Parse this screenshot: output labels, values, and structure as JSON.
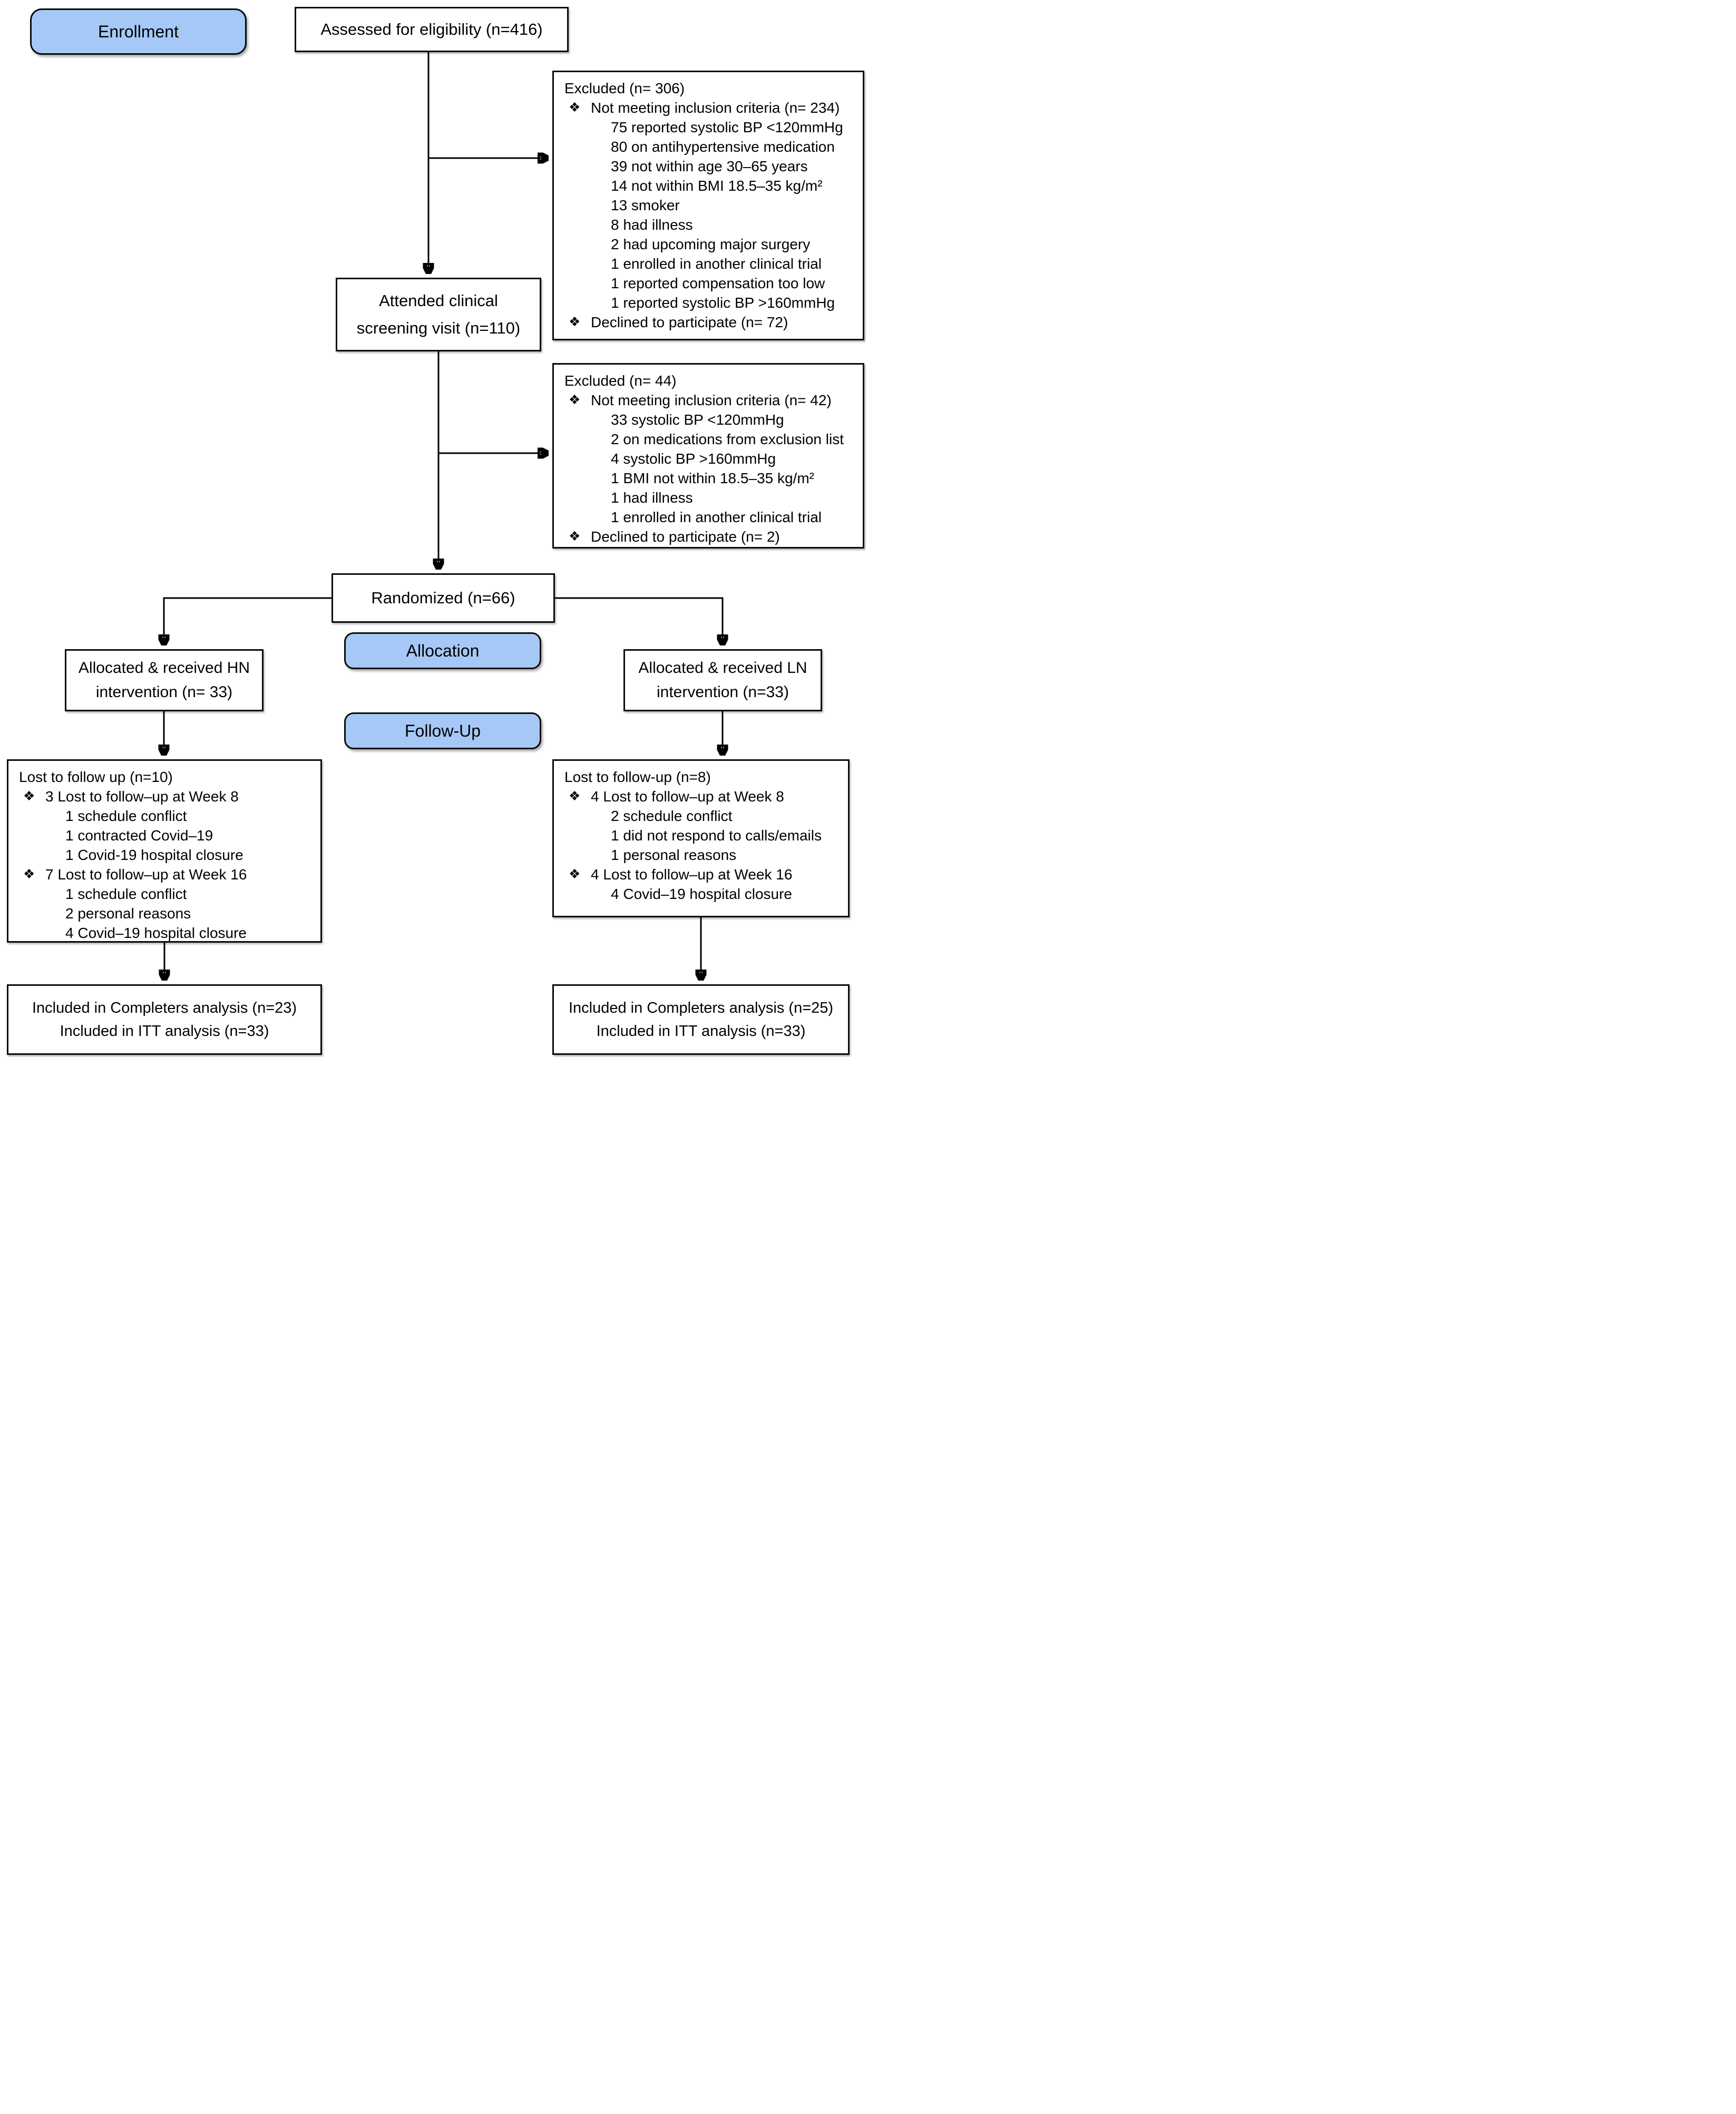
{
  "glyphs": {
    "bullet": "❖"
  },
  "colors": {
    "band_fill": "#a5c8f7",
    "line": "#000000",
    "box_border": "#0a0a0a"
  },
  "bands": {
    "enrollment": "Enrollment",
    "allocation": "Allocation",
    "follow_up": "Follow-Up"
  },
  "boxes": {
    "assessed": {
      "text": "Assessed for eligibility (n=416)"
    },
    "excluded1": {
      "title": "Excluded (n= 306)",
      "items": [
        {
          "bullet": true,
          "text": "Not meeting inclusion criteria (n= 234)"
        },
        {
          "bullet": false,
          "text": "75 reported systolic BP <120mmHg"
        },
        {
          "bullet": false,
          "text": "80 on antihypertensive medication"
        },
        {
          "bullet": false,
          "text": "39 not within age 30–65 years"
        },
        {
          "bullet": false,
          "text": "14 not within BMI 18.5–35 kg/m²"
        },
        {
          "bullet": false,
          "text": "13 smoker"
        },
        {
          "bullet": false,
          "text": "8 had illness"
        },
        {
          "bullet": false,
          "text": "2 had upcoming major surgery"
        },
        {
          "bullet": false,
          "text": "1 enrolled in another clinical trial"
        },
        {
          "bullet": false,
          "text": "1 reported compensation too low"
        },
        {
          "bullet": false,
          "text": "1 reported systolic BP >160mmHg"
        },
        {
          "bullet": true,
          "text": "Declined to participate (n= 72)"
        }
      ]
    },
    "attended": {
      "line1": "Attended clinical",
      "line2": "screening visit (n=110)"
    },
    "excluded2": {
      "title": "Excluded (n= 44)",
      "items": [
        {
          "bullet": true,
          "text": "Not meeting inclusion criteria (n= 42)"
        },
        {
          "bullet": false,
          "text": "33 systolic BP <120mmHg"
        },
        {
          "bullet": false,
          "text": "2 on medications from exclusion list"
        },
        {
          "bullet": false,
          "text": "4 systolic BP >160mmHg"
        },
        {
          "bullet": false,
          "text": "1 BMI not within 18.5–35 kg/m²"
        },
        {
          "bullet": false,
          "text": "1 had illness"
        },
        {
          "bullet": false,
          "text": "1 enrolled in another clinical trial"
        },
        {
          "bullet": true,
          "text": "Declined to participate (n= 2)"
        }
      ]
    },
    "randomized": {
      "text": "Randomized (n=66)"
    },
    "alloc_left": {
      "line1": "Allocated & received HN",
      "line2": "intervention (n= 33)"
    },
    "alloc_right": {
      "line1": "Allocated & received LN",
      "line2": "intervention (n=33)"
    },
    "lost_left": {
      "title": "Lost to follow up (n=10)",
      "items": [
        {
          "bullet": true,
          "text": "3 Lost to follow–up at Week 8"
        },
        {
          "bullet": false,
          "text": "1 schedule conflict"
        },
        {
          "bullet": false,
          "text": "1 contracted Covid–19"
        },
        {
          "bullet": false,
          "text": "1 Covid-19 hospital closure"
        },
        {
          "bullet": true,
          "text": "7 Lost to follow–up at Week 16"
        },
        {
          "bullet": false,
          "text": "1 schedule conflict"
        },
        {
          "bullet": false,
          "text": "2 personal reasons"
        },
        {
          "bullet": false,
          "text": "4 Covid–19 hospital closure"
        }
      ]
    },
    "lost_right": {
      "title": "Lost to follow-up (n=8)",
      "items": [
        {
          "bullet": true,
          "text": "4 Lost to follow–up at Week 8"
        },
        {
          "bullet": false,
          "text": "2 schedule conflict"
        },
        {
          "bullet": false,
          "text": "1 did not respond to calls/emails"
        },
        {
          "bullet": false,
          "text": "1 personal reasons"
        },
        {
          "bullet": true,
          "text": "4 Lost to follow–up at Week 16"
        },
        {
          "bullet": false,
          "text": "4 Covid–19 hospital closure"
        }
      ]
    },
    "final_left": {
      "line1": "Included in Completers analysis (n=23)",
      "line2": "Included in ITT analysis (n=33)"
    },
    "final_right": {
      "line1": "Included in Completers analysis (n=25)",
      "line2": "Included in ITT analysis (n=33)"
    }
  }
}
